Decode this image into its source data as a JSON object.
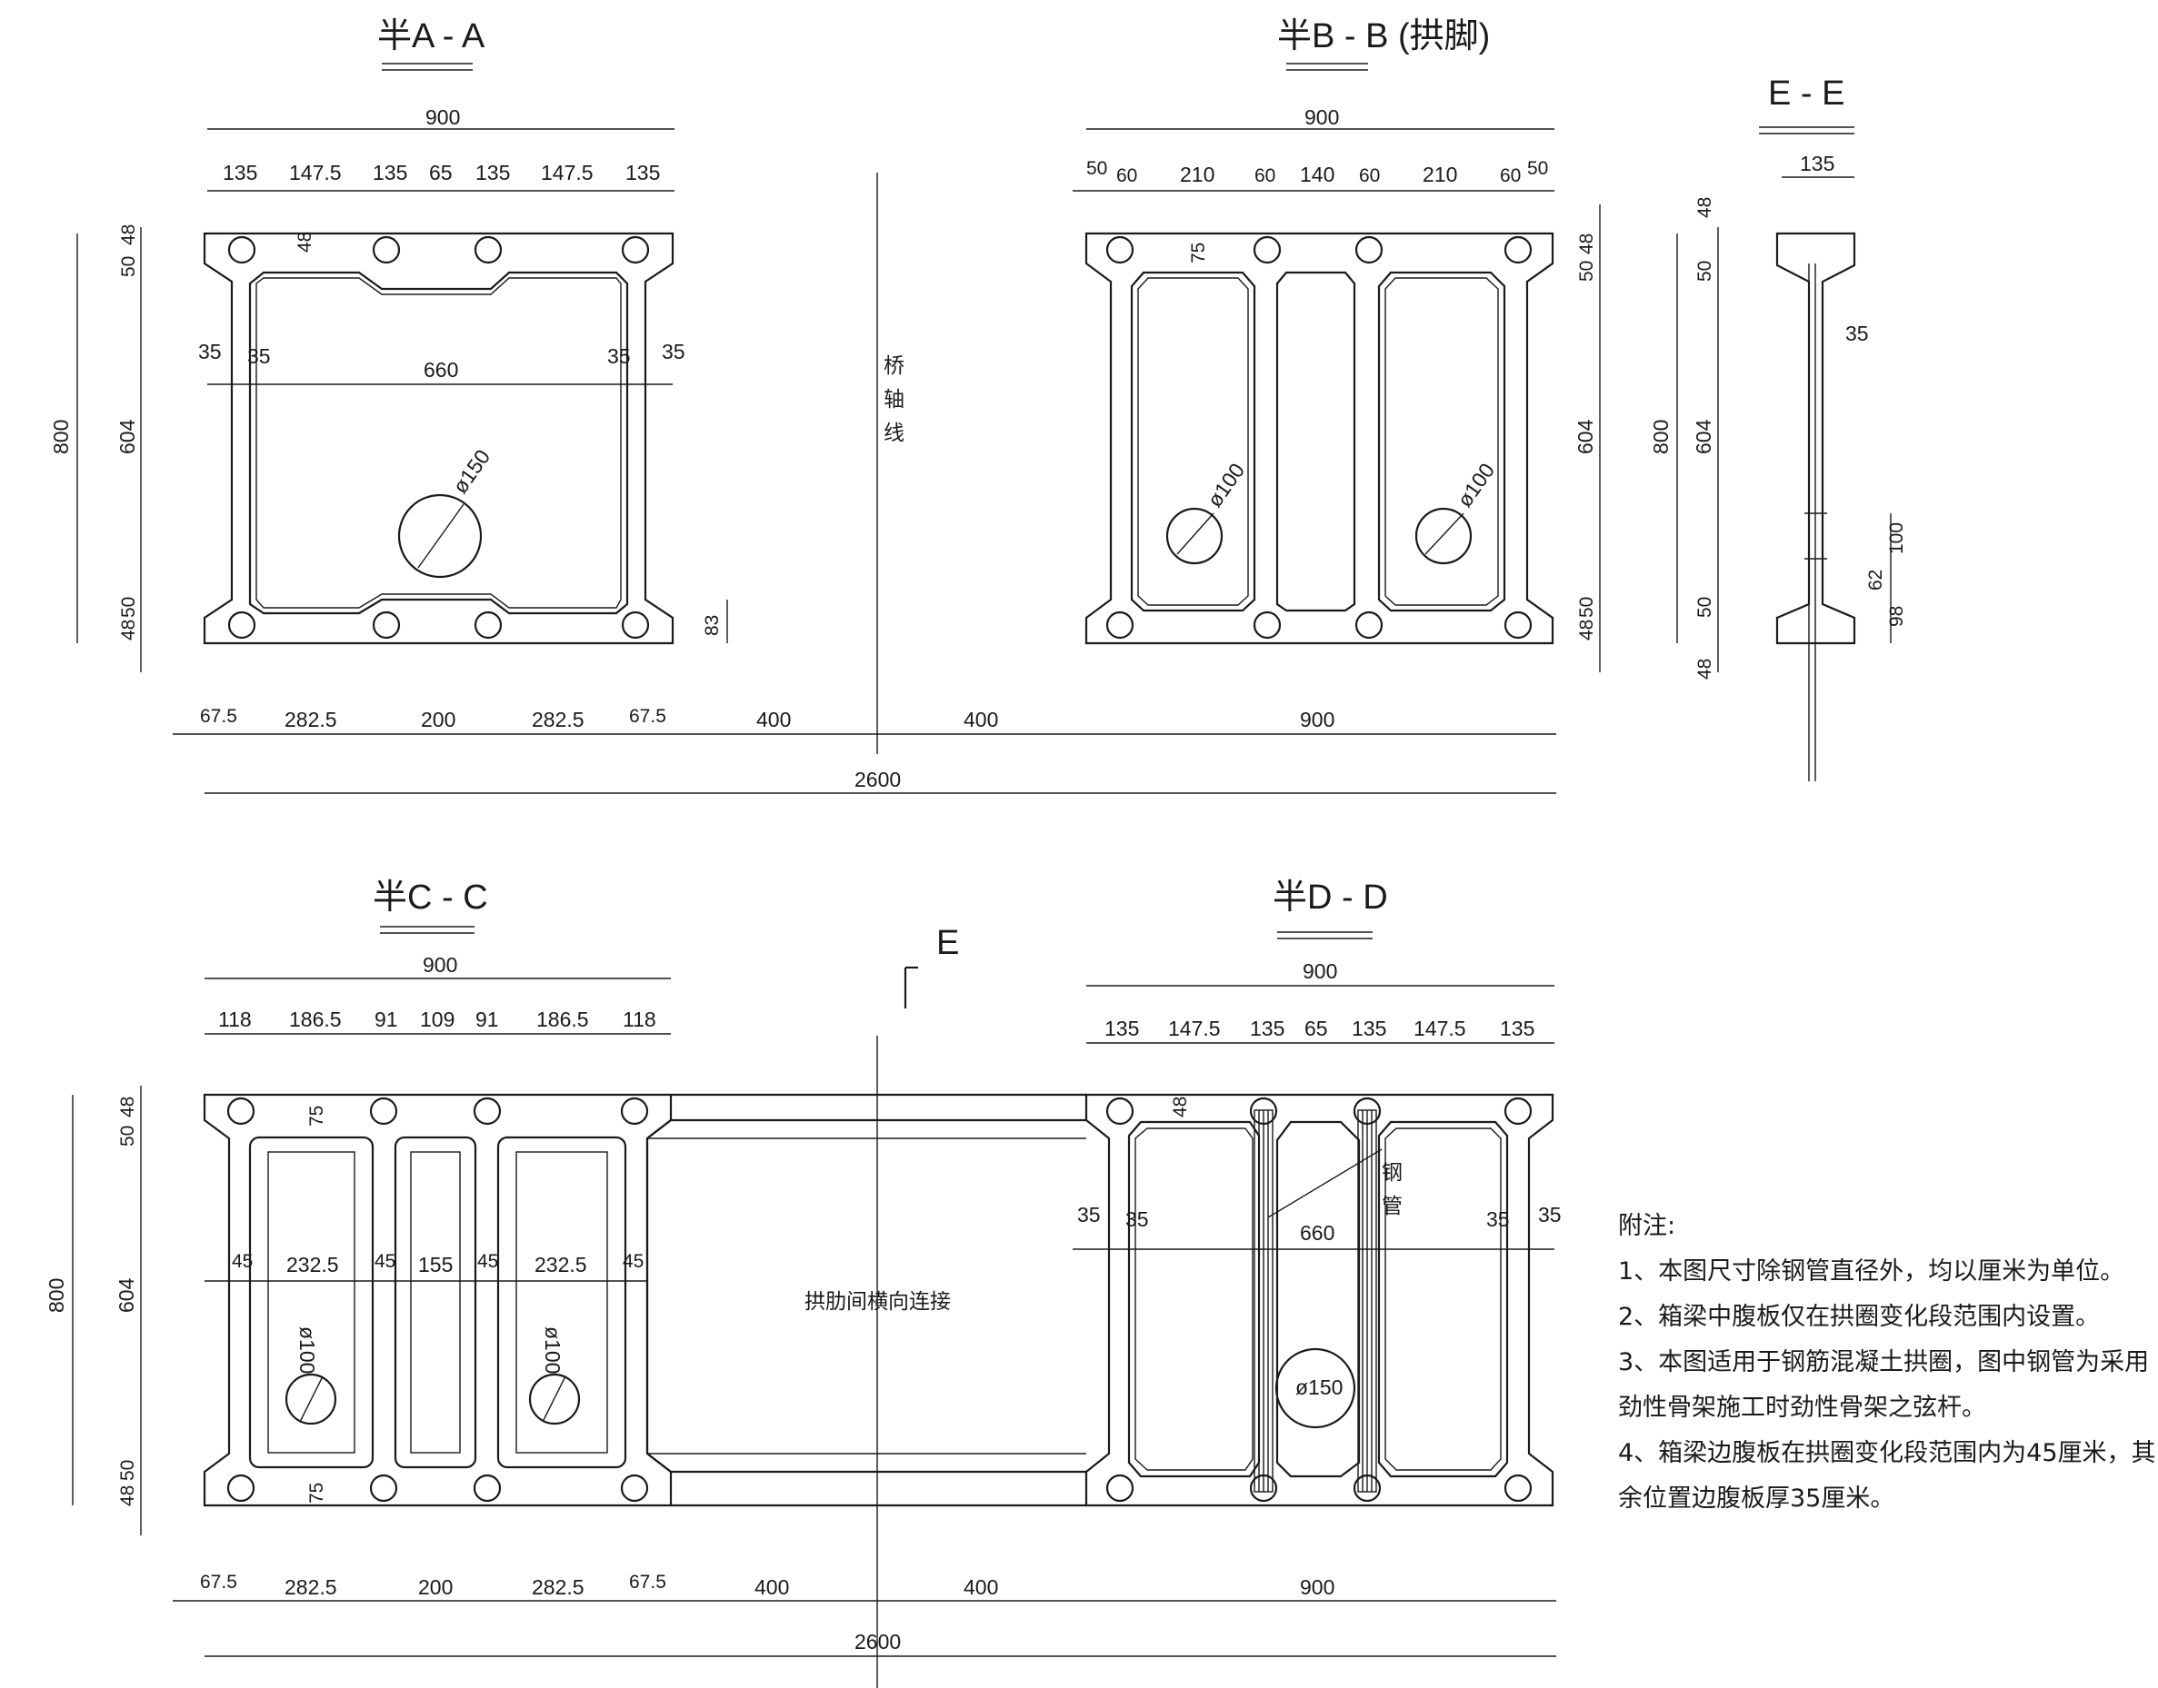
{
  "titles": {
    "aa": "半A - A",
    "bb": "半B - B (拱脚)",
    "ee": "E - E",
    "cc": "半C - C",
    "dd": "半D - D",
    "e_marker": "E"
  },
  "labels": {
    "axis_1": "桥",
    "axis_2": "轴",
    "axis_3": "线",
    "rib_connection": "拱肋间横向连接",
    "steel_pipe_1": "钢",
    "steel_pipe_2": "管"
  },
  "dims": {
    "aa": {
      "total": "900",
      "seg": [
        "135",
        "147.5",
        "135",
        "65",
        "135",
        "147.5",
        "135"
      ],
      "h_total": "800",
      "h_top": [
        "50",
        "48"
      ],
      "h_mid": "604",
      "h_bot": [
        "48",
        "50"
      ],
      "inner": "660",
      "web_l1": "35",
      "web_l2": "35",
      "web_r1": "35",
      "web_r2": "35",
      "flange": "48",
      "pipe": "ø150",
      "side": "83"
    },
    "bb": {
      "total": "900",
      "seg": [
        "50",
        "60",
        "210",
        "60",
        "140",
        "60",
        "210",
        "60",
        "50"
      ],
      "top": "75",
      "h_top": [
        "50",
        "48"
      ],
      "h_mid": "604",
      "h_bot": [
        "48",
        "50"
      ],
      "pipe_l": "ø100",
      "pipe_r": "ø100"
    },
    "ee": {
      "width": "135",
      "web": "35",
      "left": [
        "48",
        "50",
        "800",
        "604",
        "50",
        "48"
      ],
      "right": [
        "100",
        "62",
        "98"
      ]
    },
    "bottom_top": {
      "seg": [
        "67.5",
        "282.5",
        "200",
        "282.5",
        "67.5",
        "400",
        "400",
        "900"
      ],
      "total": "2600"
    },
    "cc": {
      "total": "900",
      "seg": [
        "118",
        "186.5",
        "91",
        "109",
        "91",
        "186.5",
        "118"
      ],
      "inner": [
        "45",
        "232.5",
        "45",
        "155",
        "45",
        "232.5",
        "45"
      ],
      "h_total": "800",
      "h_top": [
        "50",
        "48"
      ],
      "h_mid": "604",
      "h_bot": [
        "48",
        "50"
      ],
      "top": "75",
      "bot": "75",
      "pipe_l": "ø100",
      "pipe_r": "ø100"
    },
    "dd": {
      "total": "900",
      "seg": [
        "135",
        "147.5",
        "135",
        "65",
        "135",
        "147.5",
        "135"
      ],
      "flange": "48",
      "web_l1": "35",
      "web_l2": "35",
      "inner": "660",
      "web_r1": "35",
      "web_r2": "35",
      "pipe": "ø150"
    },
    "bottom_bot": {
      "seg": [
        "67.5",
        "282.5",
        "200",
        "282.5",
        "67.5",
        "400",
        "400",
        "900"
      ],
      "total": "2600"
    }
  },
  "notes": {
    "heading": "附注:",
    "lines": [
      "1、本图尺寸除钢管直径外，均以厘米为单位。",
      "2、箱梁中腹板仅在拱圈变化段范围内设置。",
      "3、本图适用于钢筋混凝土拱圈，图中钢管为采用",
      "劲性骨架施工时劲性骨架之弦杆。",
      "4、箱梁边腹板在拱圈变化段范围内为45厘米，其",
      "余位置边腹板厚35厘米。"
    ]
  }
}
